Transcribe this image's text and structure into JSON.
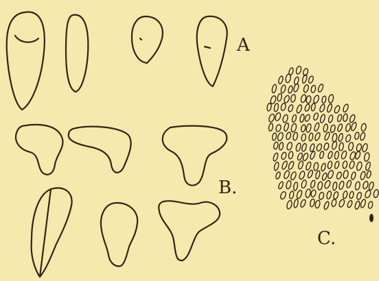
{
  "figure": {
    "labels": {
      "a": "A",
      "b": "B.",
      "c": "C."
    },
    "ink_color": "#2f2416",
    "paper_color": "#f7e8ae"
  }
}
